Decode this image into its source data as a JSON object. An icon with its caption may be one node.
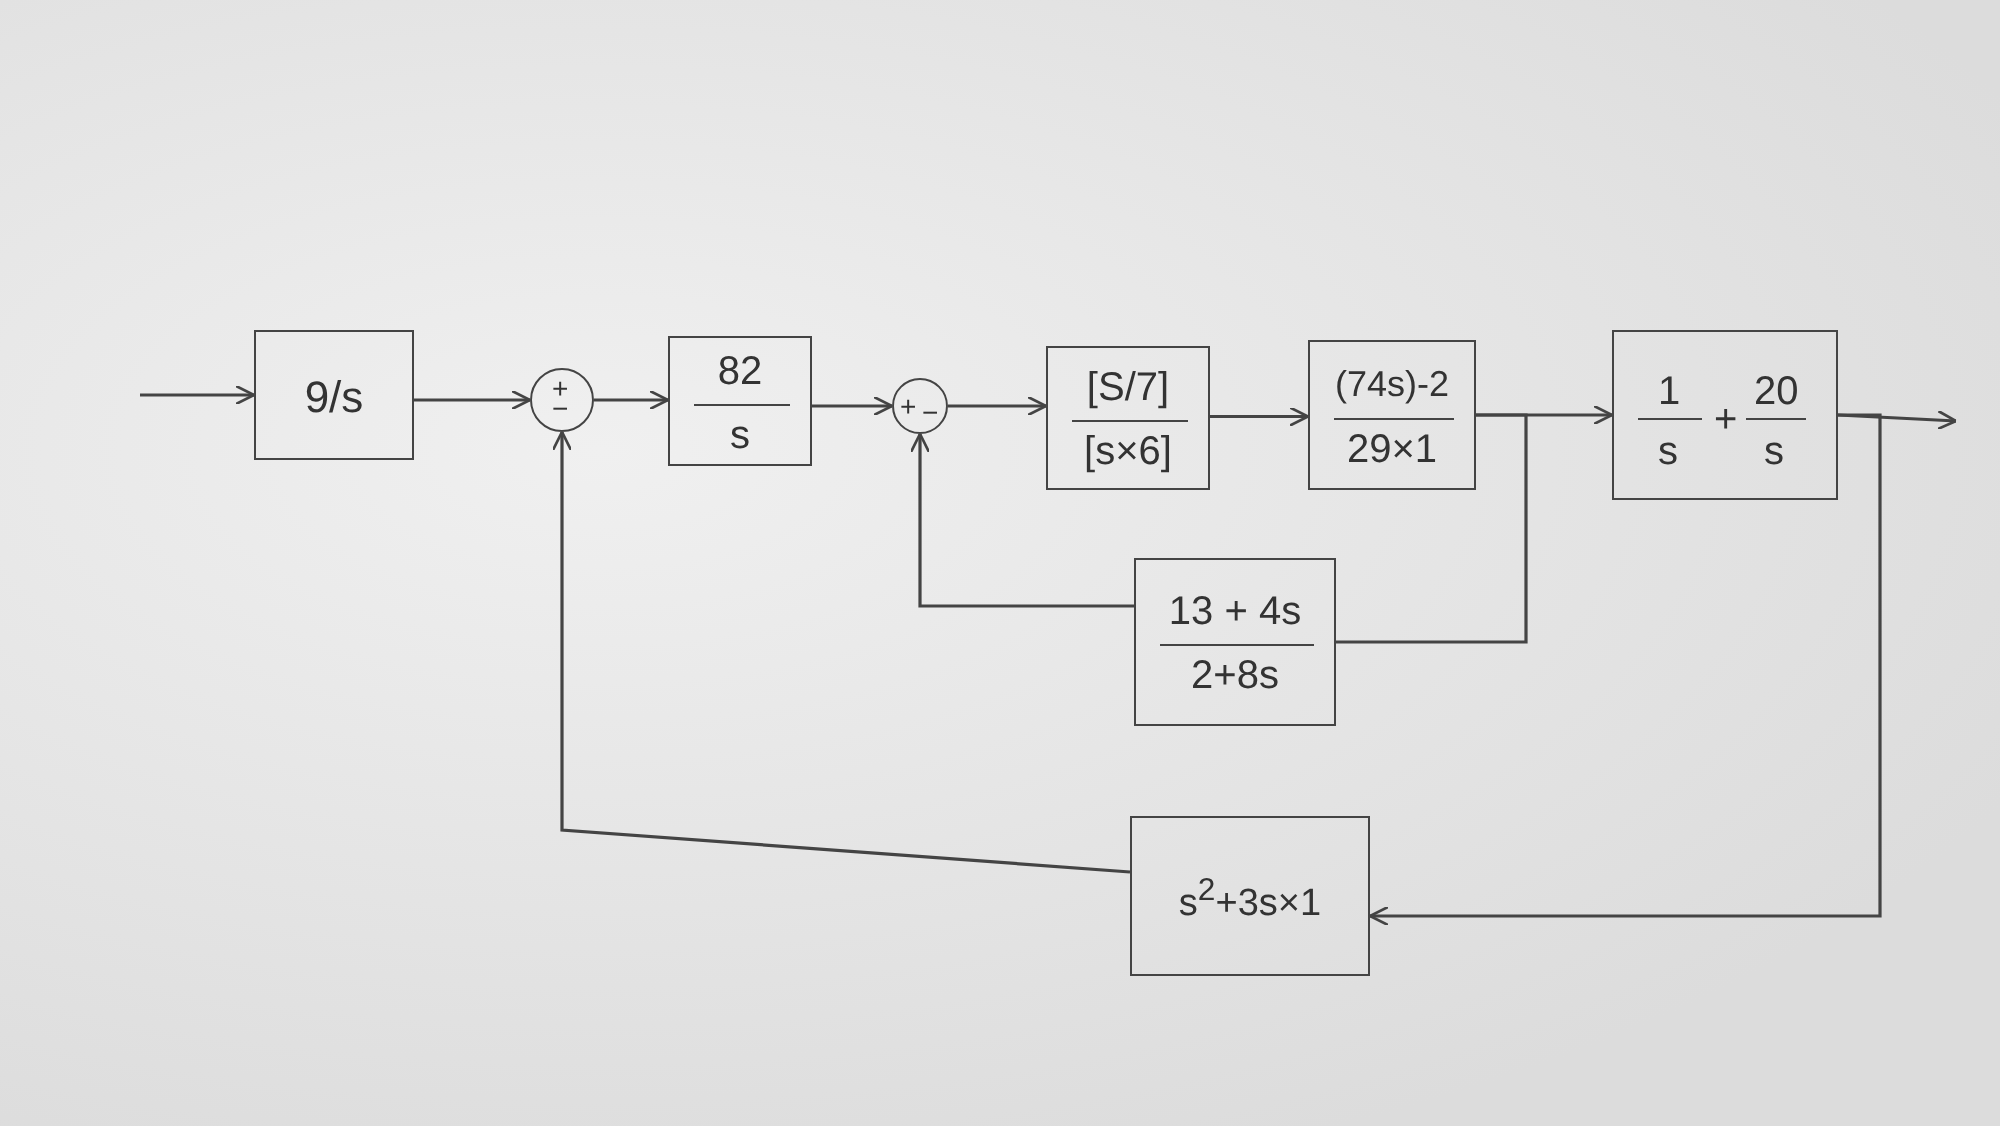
{
  "diagram": {
    "nodes": [
      {
        "text": [
          "9/s"
        ]
      },
      {
        "text": [
          "+",
          "−"
        ]
      },
      {
        "text": [
          "82",
          "s"
        ]
      },
      {
        "text": [
          "+",
          "−"
        ]
      },
      {
        "text": [
          "[S/7]",
          "[s×6]"
        ]
      },
      {
        "text": [
          "(74s)-2",
          "29×1"
        ]
      },
      {
        "text": [
          "1",
          "s",
          "+",
          "20",
          "s"
        ]
      },
      {
        "text": [
          "13 + 4s",
          "2+8s"
        ]
      },
      {
        "text": [
          "s$^{2}$+3s×1"
        ]
      }
    ],
    "edges": [
      {
        "from": null,
        "to": 0,
        "arrow": "to"
      },
      {
        "from": 0,
        "to": 1,
        "arrow": "to"
      },
      {
        "from": 1,
        "to": 2,
        "arrow": "to"
      },
      {
        "from": 2,
        "to": 3,
        "arrow": "to"
      },
      {
        "from": 3,
        "to": 4,
        "arrow": "to"
      },
      {
        "from": 4,
        "to": 5,
        "arrow": "to"
      },
      {
        "from": 5,
        "to": 6,
        "arrow": "to"
      },
      {
        "from": 6,
        "to": null,
        "arrow": "to"
      },
      {
        "from": 5,
        "to": 7,
        "arrow": "none"
      },
      {
        "from": 7,
        "to": 3,
        "arrow": "to"
      },
      {
        "from": 6,
        "to": 8,
        "arrow": "to"
      },
      {
        "from": 8,
        "to": 1,
        "arrow": "to"
      }
    ]
  }
}
